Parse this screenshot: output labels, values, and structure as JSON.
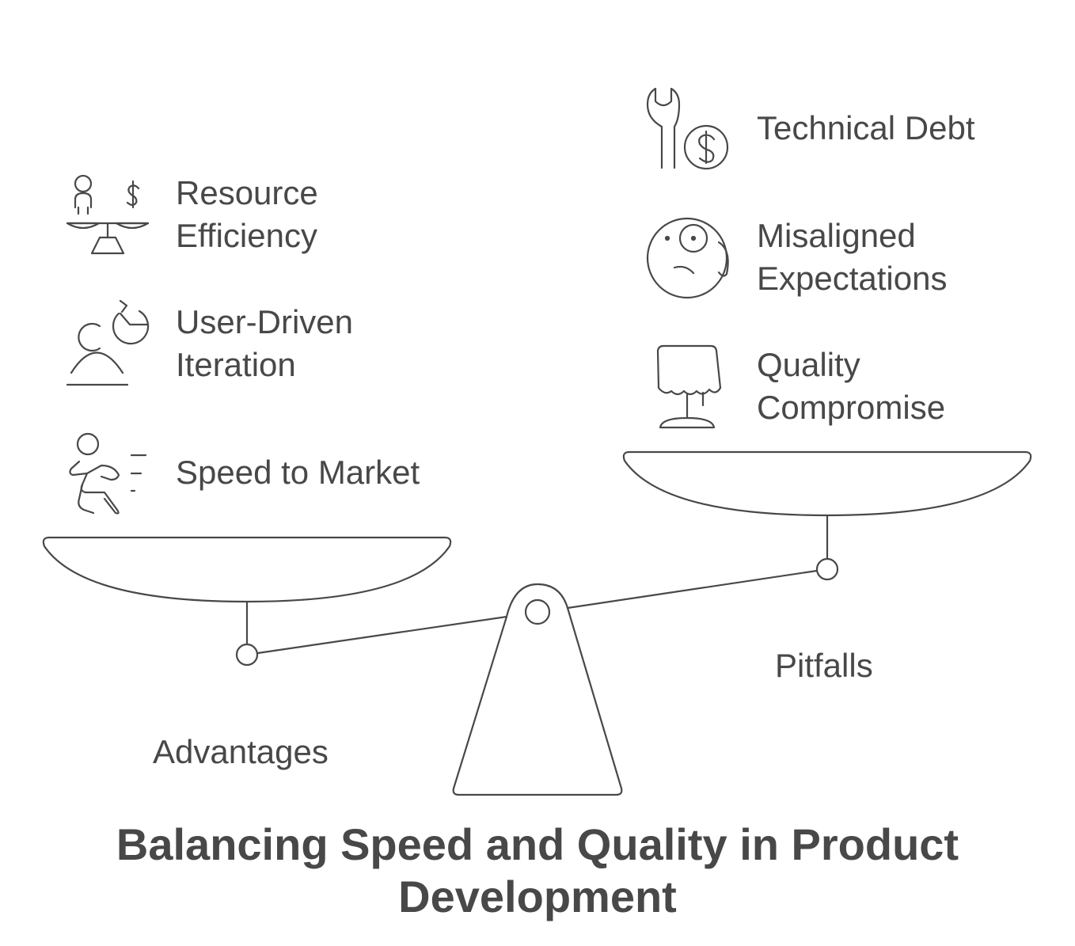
{
  "title": {
    "line1": "Balancing Speed and Quality in Product",
    "line2": "Development"
  },
  "left_pan": {
    "label": "Advantages",
    "items": [
      {
        "line1": "Resource",
        "line2": "Efficiency",
        "icon": "balance-person-dollar-icon"
      },
      {
        "line1": "User-Driven",
        "line2": "Iteration",
        "icon": "user-feedback-cycle-icon"
      },
      {
        "line1": "Speed to Market",
        "line2": "",
        "icon": "running-person-icon"
      }
    ]
  },
  "right_pan": {
    "label": "Pitfalls",
    "items": [
      {
        "line1": "Technical Debt",
        "line2": "",
        "icon": "wrench-dollar-icon"
      },
      {
        "line1": "Misaligned",
        "line2": "Expectations",
        "icon": "monocle-face-icon"
      },
      {
        "line1": "Quality",
        "line2": "Compromise",
        "icon": "lamp-icon"
      }
    ]
  },
  "colors": {
    "stroke": "#484848",
    "text": "#484848",
    "background": "#ffffff"
  }
}
